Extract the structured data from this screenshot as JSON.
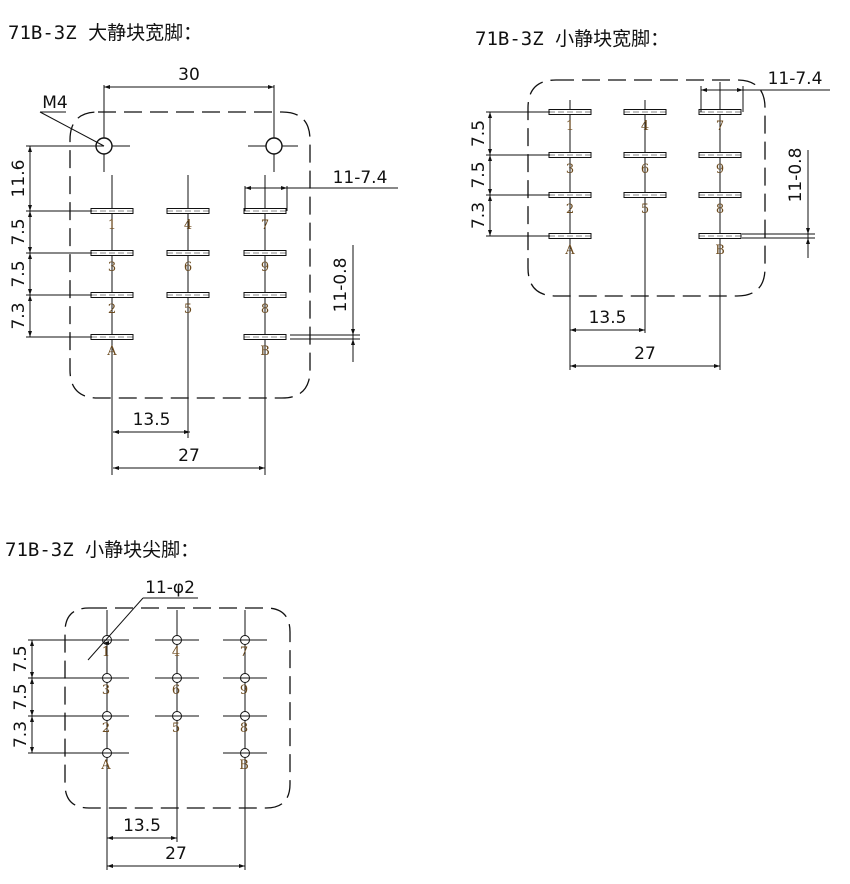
{
  "drawings": [
    {
      "title": "71B-3Z 大静块宽脚：",
      "pins": [
        [
          "1",
          "4",
          "7"
        ],
        [
          "3",
          "6",
          "9"
        ],
        [
          "2",
          "5",
          "8"
        ],
        [
          "A",
          "",
          "B"
        ]
      ],
      "dims": {
        "width": "30",
        "thread": "M4",
        "slot_width": "11-7.4",
        "slot_thickness": "11-0.8",
        "v1": "11.6",
        "v2": "7.5",
        "v3": "7.5",
        "v4": "7.3",
        "col": "13.5",
        "span": "27"
      }
    },
    {
      "title": "71B-3Z 小静块宽脚：",
      "pins": [
        [
          "1",
          "4",
          "7"
        ],
        [
          "3",
          "6",
          "9"
        ],
        [
          "2",
          "5",
          "8"
        ],
        [
          "A",
          "",
          "B"
        ]
      ],
      "dims": {
        "slot_width": "11-7.4",
        "slot_thickness": "11-0.8",
        "v2": "7.5",
        "v3": "7.5",
        "v4": "7.3",
        "col": "13.5",
        "span": "27"
      }
    },
    {
      "title": "71B-3Z 小静块尖脚：",
      "pins": [
        [
          "1",
          "4",
          "7"
        ],
        [
          "3",
          "6",
          "9"
        ],
        [
          "2",
          "5",
          "8"
        ],
        [
          "A",
          "",
          "B"
        ]
      ],
      "dims": {
        "hole": "11-φ2",
        "v2": "7.5",
        "v3": "7.5",
        "v4": "7.3",
        "col": "13.5",
        "span": "27"
      }
    }
  ]
}
